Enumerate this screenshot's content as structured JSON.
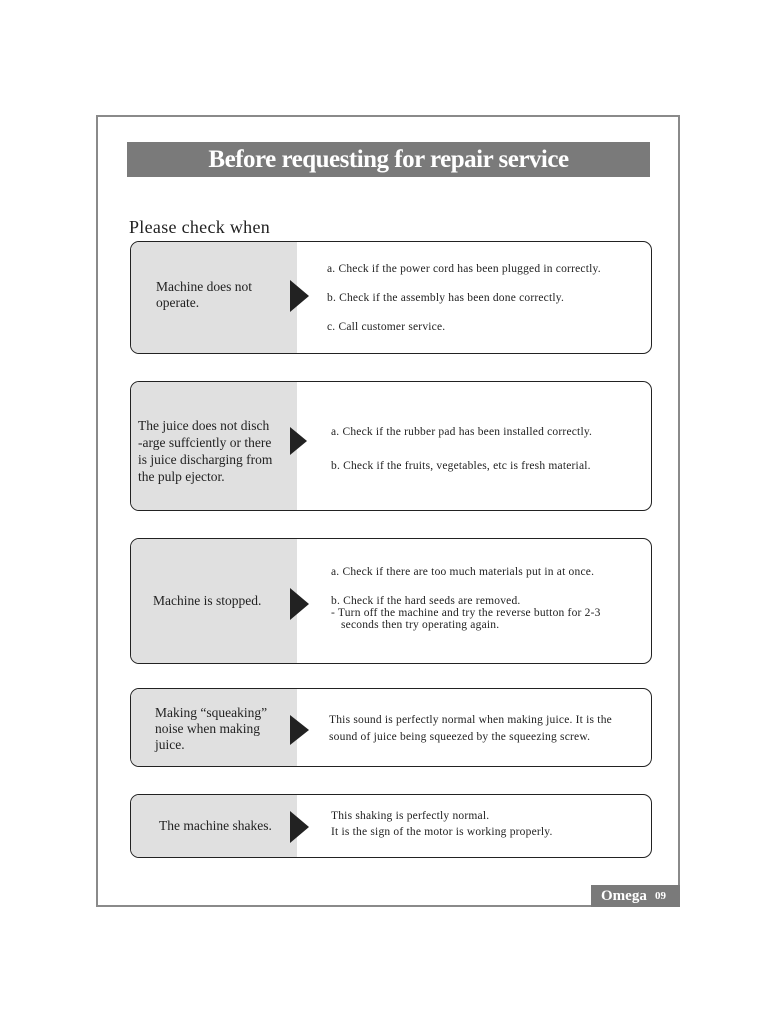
{
  "title": "Before requesting for repair service",
  "subheading": "Please check when",
  "checks": [
    {
      "problem": [
        "Machine does not",
        "operate."
      ],
      "solutions": [
        "a. Check if the power cord has been plugged in correctly.",
        "b. Check if the assembly has been done correctly.",
        "c. Call customer service."
      ]
    },
    {
      "problem": [
        "The juice does not disch",
        "-arge suffciently or there",
        "is juice discharging from",
        "the pulp ejector."
      ],
      "solutions": [
        "a. Check if the rubber pad has been installed correctly.",
        "b. Check if the fruits, vegetables, etc is fresh material."
      ]
    },
    {
      "problem": [
        "Machine is stopped."
      ],
      "solutions": [
        "a. Check if there are too much materials put in at once.",
        "b. Check if the hard seeds are removed.",
        "- Turn off the machine and try the reverse button for 2-3",
        "seconds then try operating again."
      ]
    },
    {
      "problem": [
        "Making “squeaking”",
        "noise when making",
        "juice."
      ],
      "solutions": [
        "This sound is perfectly normal when making juice. It is the",
        "sound of juice being squeezed by the squeezing screw."
      ]
    },
    {
      "problem": [
        "The machine shakes."
      ],
      "solutions": [
        "This shaking is perfectly normal.",
        "It is the sign of the motor is working properly."
      ]
    }
  ],
  "footer": {
    "brand": "Omega",
    "page_number": "09"
  }
}
